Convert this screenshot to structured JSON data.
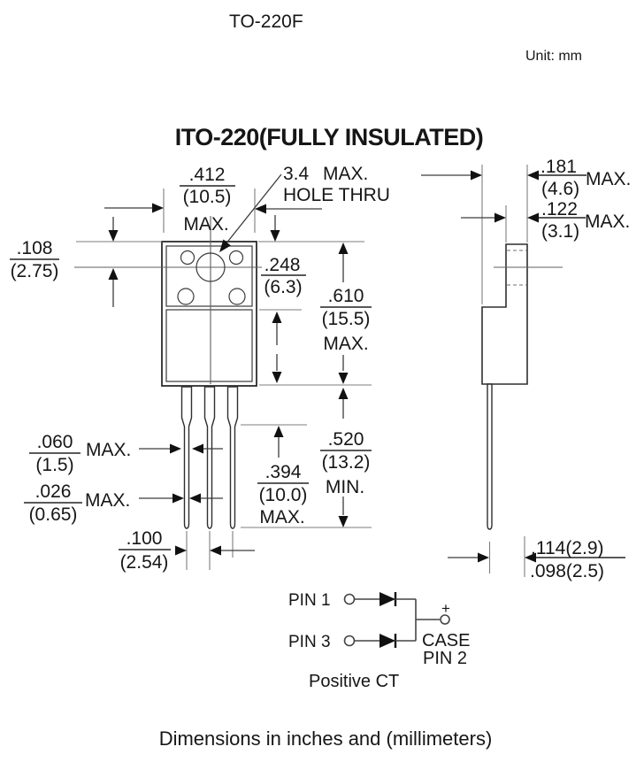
{
  "page": {
    "package_title": "TO-220F",
    "unit_note": "Unit: mm",
    "footer_note": "Dimensions in inches and (millimeters)"
  },
  "drawing": {
    "title": "ITO-220(FULLY INSULATED)"
  },
  "dimensions": {
    "tab_width": {
      "inches": ".412",
      "mm": "(10.5)",
      "qualifier": "MAX."
    },
    "mounting_hole": {
      "value": "3.4",
      "qualifier": "MAX.",
      "label": "HOLE THRU"
    },
    "hole_center_from_top": {
      "inches": ".108",
      "mm": "(2.75)"
    },
    "tab_height": {
      "inches": ".248",
      "mm": "(6.3)"
    },
    "body_height": {
      "inches": ".610",
      "mm": "(15.5)",
      "qualifier": "MAX."
    },
    "body_thickness": {
      "inches": ".181",
      "mm": "(4.6)",
      "qualifier": "MAX."
    },
    "tab_thickness": {
      "inches": ".122",
      "mm": "(3.1)",
      "qualifier": "MAX."
    },
    "lead_width_upper": {
      "inches": ".060",
      "mm": "(1.5)",
      "qualifier": "MAX."
    },
    "lead_width_lower": {
      "inches": ".026",
      "mm": "(0.65)",
      "qualifier": "MAX."
    },
    "lead_pitch": {
      "inches": ".100",
      "mm": "(2.54)"
    },
    "lead_narrow_length": {
      "inches": ".394",
      "mm": "(10.0)",
      "qualifier": "MAX."
    },
    "lead_length": {
      "inches": ".520",
      "mm": "(13.2)",
      "qualifier": "MIN."
    },
    "lead_setback": {
      "upper": ".114(2.9)",
      "lower": ".098(2.5)"
    }
  },
  "circuit": {
    "pin1_label": "PIN 1",
    "pin3_label": "PIN 3",
    "case_label_line1": "CASE",
    "case_label_line2": "PIN 2",
    "polarity": "+",
    "caption": "Positive CT"
  }
}
